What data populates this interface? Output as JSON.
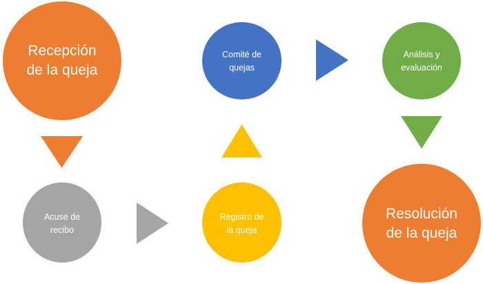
{
  "colors": {
    "orange": "#ED7D31",
    "blue": "#4472C4",
    "green": "#70AD47",
    "gray": "#A5A5A5",
    "yellow": "#FFC000"
  },
  "steps": {
    "reception": {
      "line1": "Recepción",
      "line2": "de la queja"
    },
    "acknowledgement": {
      "line1": "Acuse de",
      "line2": "recibo"
    },
    "registration": {
      "line1": "Registro de",
      "line2": "la queja"
    },
    "committee": {
      "line1": "Comité de",
      "line2": "quejas"
    },
    "analysis": {
      "line1": "Análisis y",
      "line2": "evaluación"
    },
    "resolution": {
      "line1": "Resolución",
      "line2": "de la queja"
    }
  }
}
